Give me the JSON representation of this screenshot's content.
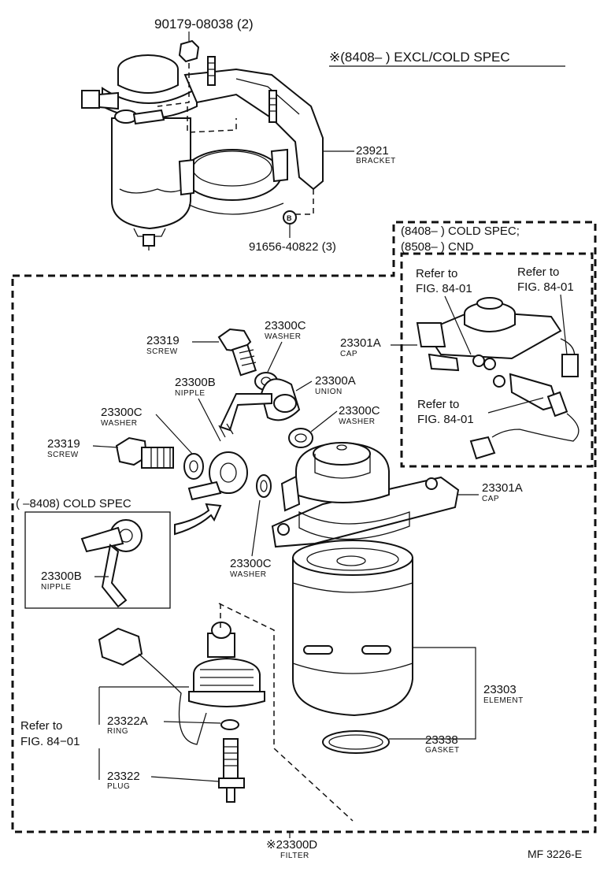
{
  "top_notes": {
    "excl_cold_spec": "※(8408–        ) EXCL/COLD SPEC",
    "cold_spec_line1": "(8408–          ) COLD SPEC;",
    "cold_spec_line2": "(8508–          ) CND",
    "cold_spec_early": "(        –8408) COLD SPEC"
  },
  "parts": {
    "nut": {
      "number": "90179-08038 (2)"
    },
    "bracket": {
      "number": "23921",
      "name": "BRACKET"
    },
    "bolt": {
      "number": "91656-40822 (3)",
      "marker": "B"
    },
    "screw_upper": {
      "number": "23319",
      "name": "SCREW"
    },
    "washer_upper": {
      "number": "23300C",
      "name": "WASHER"
    },
    "nipple_upper": {
      "number": "23300B",
      "name": "NIPPLE"
    },
    "union": {
      "number": "23300A",
      "name": "UNION"
    },
    "washer_right": {
      "number": "23300C",
      "name": "WASHER"
    },
    "washer_left": {
      "number": "23300C",
      "name": "WASHER"
    },
    "screw_lower": {
      "number": "23319",
      "name": "SCREW"
    },
    "cap_right": {
      "number": "23301A",
      "name": "CAP"
    },
    "cap_inset": {
      "number": "23301A",
      "name": "CAP"
    },
    "washer_mid": {
      "number": "23300C",
      "name": "WASHER"
    },
    "nipple_inset": {
      "number": "23300B",
      "name": "NIPPLE"
    },
    "element": {
      "number": "23303",
      "name": "ELEMENT"
    },
    "gasket": {
      "number": "23338",
      "name": "GASKET"
    },
    "ring": {
      "number": "23322A",
      "name": "RING"
    },
    "plug": {
      "number": "23322",
      "name": "PLUG"
    },
    "filter": {
      "number": "※23300D",
      "name": "FILTER"
    }
  },
  "refs": {
    "inset_left": [
      "Refer to",
      "FIG. 84-01"
    ],
    "inset_right": [
      "Refer to",
      "FIG. 84-01"
    ],
    "inset_bottom": [
      "Refer to",
      "FIG. 84-01"
    ],
    "main_left": [
      "Refer to",
      "FIG. 84−01"
    ]
  },
  "figure_code": "MF  3226-E"
}
